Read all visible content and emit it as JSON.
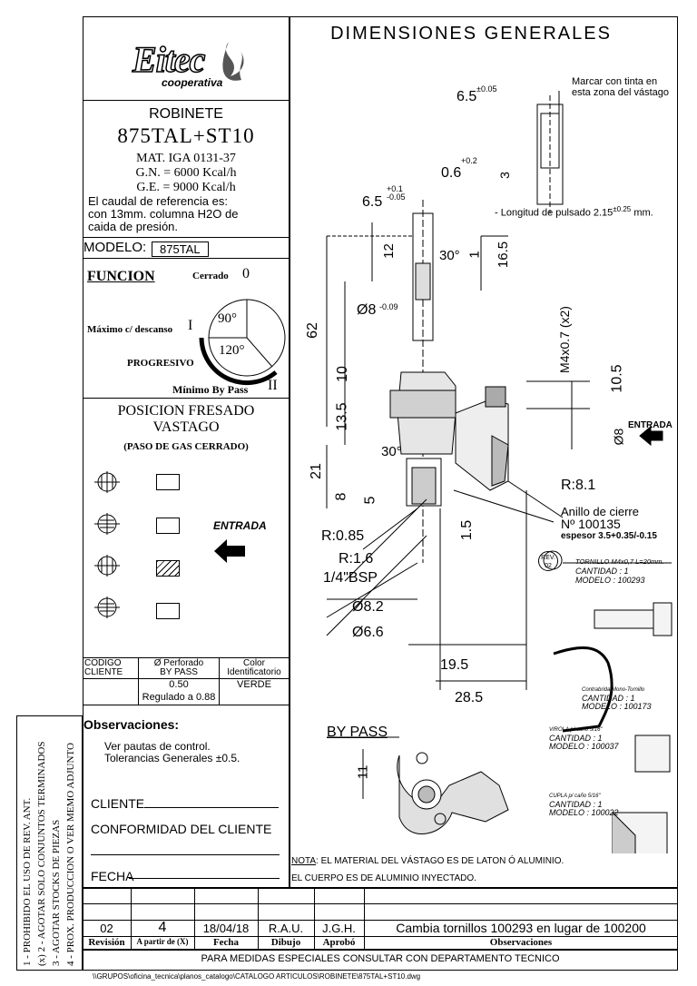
{
  "header": {
    "title": "DIMENSIONES GENERALES"
  },
  "logo": {
    "brand": "Eitec",
    "sub": "cooperativa"
  },
  "product": {
    "type": "ROBINETE",
    "model_code": "875TAL+ST10",
    "mat": "MAT. IGA 0131-37",
    "gn": "G.N. = 6000 Kcal/h",
    "ge": "G.E. = 9000 Kcal/h",
    "caudal_1": "El caudal de referencia es:",
    "caudal_2": "con 13mm. columna H2O de",
    "caudal_3": "caida de presión."
  },
  "modelo": {
    "label": "MODELO:",
    "value": "875TAL"
  },
  "funcion": {
    "title": "FUNCION",
    "cerrado": "Cerrado",
    "cerrado_num": "0",
    "maximo": "Máximo c/ descanso",
    "maximo_num": "I",
    "angle_90": "90°",
    "angle_120": "120°",
    "progresivo": "PROGRESIVO",
    "minimo": "Mínimo By Pass",
    "minimo_num": "II"
  },
  "posicion": {
    "title_1": "POSICION FRESADO",
    "title_2": "VASTAGO",
    "subtitle": "(PASO DE GAS CERRADO)",
    "entrada": "ENTRADA"
  },
  "spec_table": {
    "h_codigo_1": "CODIGO",
    "h_codigo_2": "CLIENTE",
    "h_perforado_1": "Ø Perforado",
    "h_perforado_2": "BY PASS",
    "h_color_1": "Color",
    "h_color_2": "Identificatorio",
    "perforado": "0.50",
    "regulado": "Regulado a 0.88",
    "color": "VERDE"
  },
  "side_notes": [
    "1 - PROHIBIDO EL USO DE REV. ANT.",
    "(x) 2 - AGOTAR SOLO CONJUNTOS TERMINADOS",
    "3 - AGOTAR STOCKS DE PIEZAS",
    "4 - PROX. PRODUCCION O VER MEMO ADJUNTO"
  ],
  "observaciones": {
    "title": "Observaciones:",
    "line_1": "Ver pautas de control.",
    "line_2": "Tolerancias Generales ±0.5.",
    "cliente": "CLIENTE",
    "conformidad": "CONFORMIDAD DEL CLIENTE",
    "fecha": "FECHA"
  },
  "notes": {
    "nota_label": "NOTA",
    "nota_text": ": EL MATERIAL DEL VÁSTAGO ES DE LATON Ó ALUMINIO.",
    "cuerpo": "EL CUERPO ES DE ALUMINIO INYECTADO."
  },
  "drawing": {
    "d_6_5_top": "6.5",
    "tol_0_05": "±0.05",
    "marcar_1": "Marcar con tinta en",
    "marcar_2": "esta zona del vástago",
    "d_3": "3",
    "d_0_6": "0.6",
    "tol_p02": "+0.2",
    "d_6_5": "6.5",
    "tol_6_5": "+0.1\n-0.05",
    "pulsado": "- Longitud de pulsado 2.15",
    "pulsado_tol": "±0.25",
    "pulsado_unit": "mm.",
    "d_12": "12",
    "d_30_top": "30°",
    "d_1": "1",
    "d_16_5": "16.5",
    "d_62": "62",
    "d_o8": "Ø8",
    "tol_o8": "-0.09",
    "d_10": "10",
    "d_13_5": "13.5",
    "d_m4": "M4x0.7 (x2)",
    "d_10_5": "10.5",
    "entrada": "ENTRADA",
    "d_o8_r": "Ø8",
    "d_30": "30°",
    "d_21": "21",
    "d_8": "8",
    "d_5": "5",
    "d_r8_1": "R:8.1",
    "anillo_1": "Anillo de cierre",
    "anillo_2": "Nº  100135",
    "espesor": "espesor 3.5+0.35/-0.15",
    "d_r0_85": "R:0.85",
    "d_1_5": "1.5",
    "d_r1_6": "R:1.6",
    "d_bsp": "1/4\"BSP",
    "d_o8_2": "Ø8.2",
    "d_o6_6": "Ø6.6",
    "d_19_5": "19.5",
    "d_28_5": "28.5",
    "bypass": "BY PASS",
    "d_11": "11",
    "rev_label": "REV.",
    "rev_num": "02"
  },
  "parts": {
    "tornillo": {
      "name": "TORNILLO M4x0,7 L=20mm.",
      "cant": "CANTIDAD : 1",
      "modelo": "MODELO : 100293"
    },
    "contrabrida": {
      "name": "Contrabrida Mono-Tornillo",
      "cant": "CANTIDAD : 1",
      "modelo": "MODELO : 100173"
    },
    "virola": {
      "name": "VIROLA p/ caño 5/16\"",
      "cant": "CANTIDAD : 1",
      "modelo": "MODELO : 100037"
    },
    "cupla": {
      "name": "CUPLA p/ caño 5/16\"",
      "cant": "CANTIDAD : 1",
      "modelo": "MODELO : 100022"
    }
  },
  "revision_table": {
    "rev": "02",
    "a_partir": "4",
    "fecha": "18/04/18",
    "dibujo": "R.A.U.",
    "aprobo": "J.G.H.",
    "obs": "Cambia tornillos 100293 en lugar de 100200",
    "h_rev": "Revisión",
    "h_apartir": "A partir de (X)",
    "h_fecha": "Fecha",
    "h_dibujo": "Dibujo",
    "h_aprobo": "Aprobó",
    "h_obs": "Observaciones"
  },
  "footer": {
    "medidas": "PARA MEDIDAS ESPECIALES CONSULTAR CON DEPARTAMENTO TECNICO",
    "path": "\\\\GRUPOS\\oficina_tecnica\\planos_catalogo\\CATALOGO ARTICULOS\\ROBINETE\\875TAL+ST10.dwg"
  }
}
